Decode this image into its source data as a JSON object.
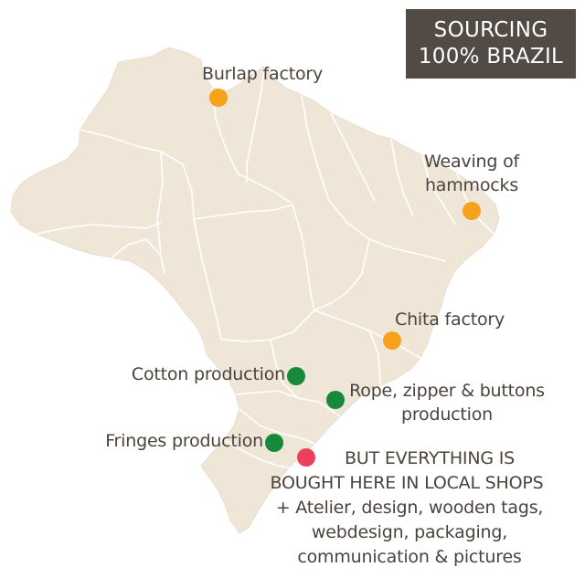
{
  "title": {
    "line1": "SOURCING",
    "line2": "100% BRAZIL"
  },
  "colors": {
    "land": "#f0e6d8",
    "borders": "#ffffff",
    "title_bg": "#524a45",
    "supplier_orange": "#f7a21d",
    "supplier_green": "#168a3a",
    "local_red": "#ee3f5f",
    "text": "#4b433c"
  },
  "markers": {
    "burlap": {
      "label": "Burlap factory",
      "color": "orange"
    },
    "hammocks": {
      "line1": "Weaving of",
      "line2": "hammocks",
      "color": "orange"
    },
    "chita": {
      "label": "Chita factory",
      "color": "orange"
    },
    "cotton": {
      "label": "Cotton production",
      "color": "green"
    },
    "rope": {
      "line1": "Rope, zipper & buttons",
      "line2": "production",
      "color": "green"
    },
    "fringes": {
      "label": "Fringes production",
      "color": "green"
    },
    "local": {
      "color": "red",
      "lines": [
        "BUT EVERYTHING IS",
        "BOUGHT HERE IN LOCAL SHOPS",
        "+ Atelier, design, wooden tags,",
        "webdesign, packaging,",
        "communication & pictures"
      ]
    }
  }
}
